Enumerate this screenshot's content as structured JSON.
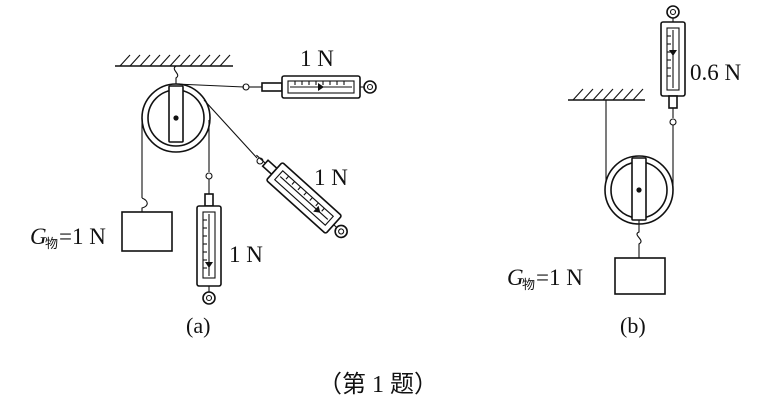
{
  "diagram_a": {
    "label": "(a)",
    "object_label_main": "G",
    "object_label_sub": "物",
    "object_label_value": "=1 N",
    "spring_scale_readings": [
      "1 N",
      "1 N",
      "1 N"
    ]
  },
  "diagram_b": {
    "label": "(b)",
    "object_label_main": "G",
    "object_label_sub": "物",
    "object_label_value": "=1 N",
    "spring_scale_reading": "0.6 N"
  },
  "caption": "（第 1 题）"
}
